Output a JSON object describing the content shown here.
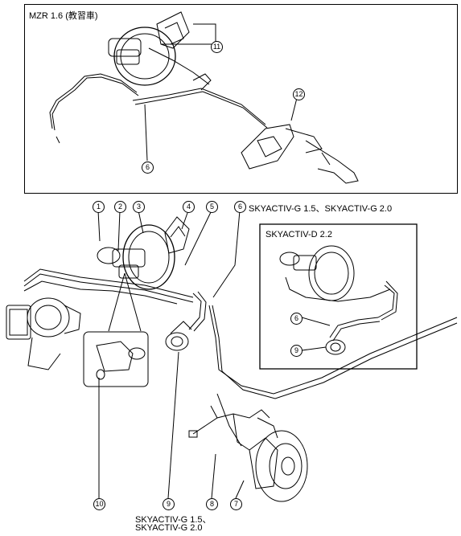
{
  "top_box": {
    "title": "MZR 1.6 (教習車)"
  },
  "engine_labels": {
    "skyg_top": "SKYACTIV-G 1.5、SKYACTIV-G 2.0",
    "skyd_box": "SKYACTIV-D 2.2",
    "skyg_bottom_line1": "SKYACTIV-G 1.5、",
    "skyg_bottom_line2": "SKYACTIV-G 2.0"
  },
  "callouts": {
    "c1": "1",
    "c2": "2",
    "c3": "3",
    "c4": "4",
    "c5": "5",
    "c6": "6",
    "c7": "7",
    "c8": "8",
    "c9": "9",
    "c10": "10",
    "c11": "11",
    "c12": "12"
  }
}
